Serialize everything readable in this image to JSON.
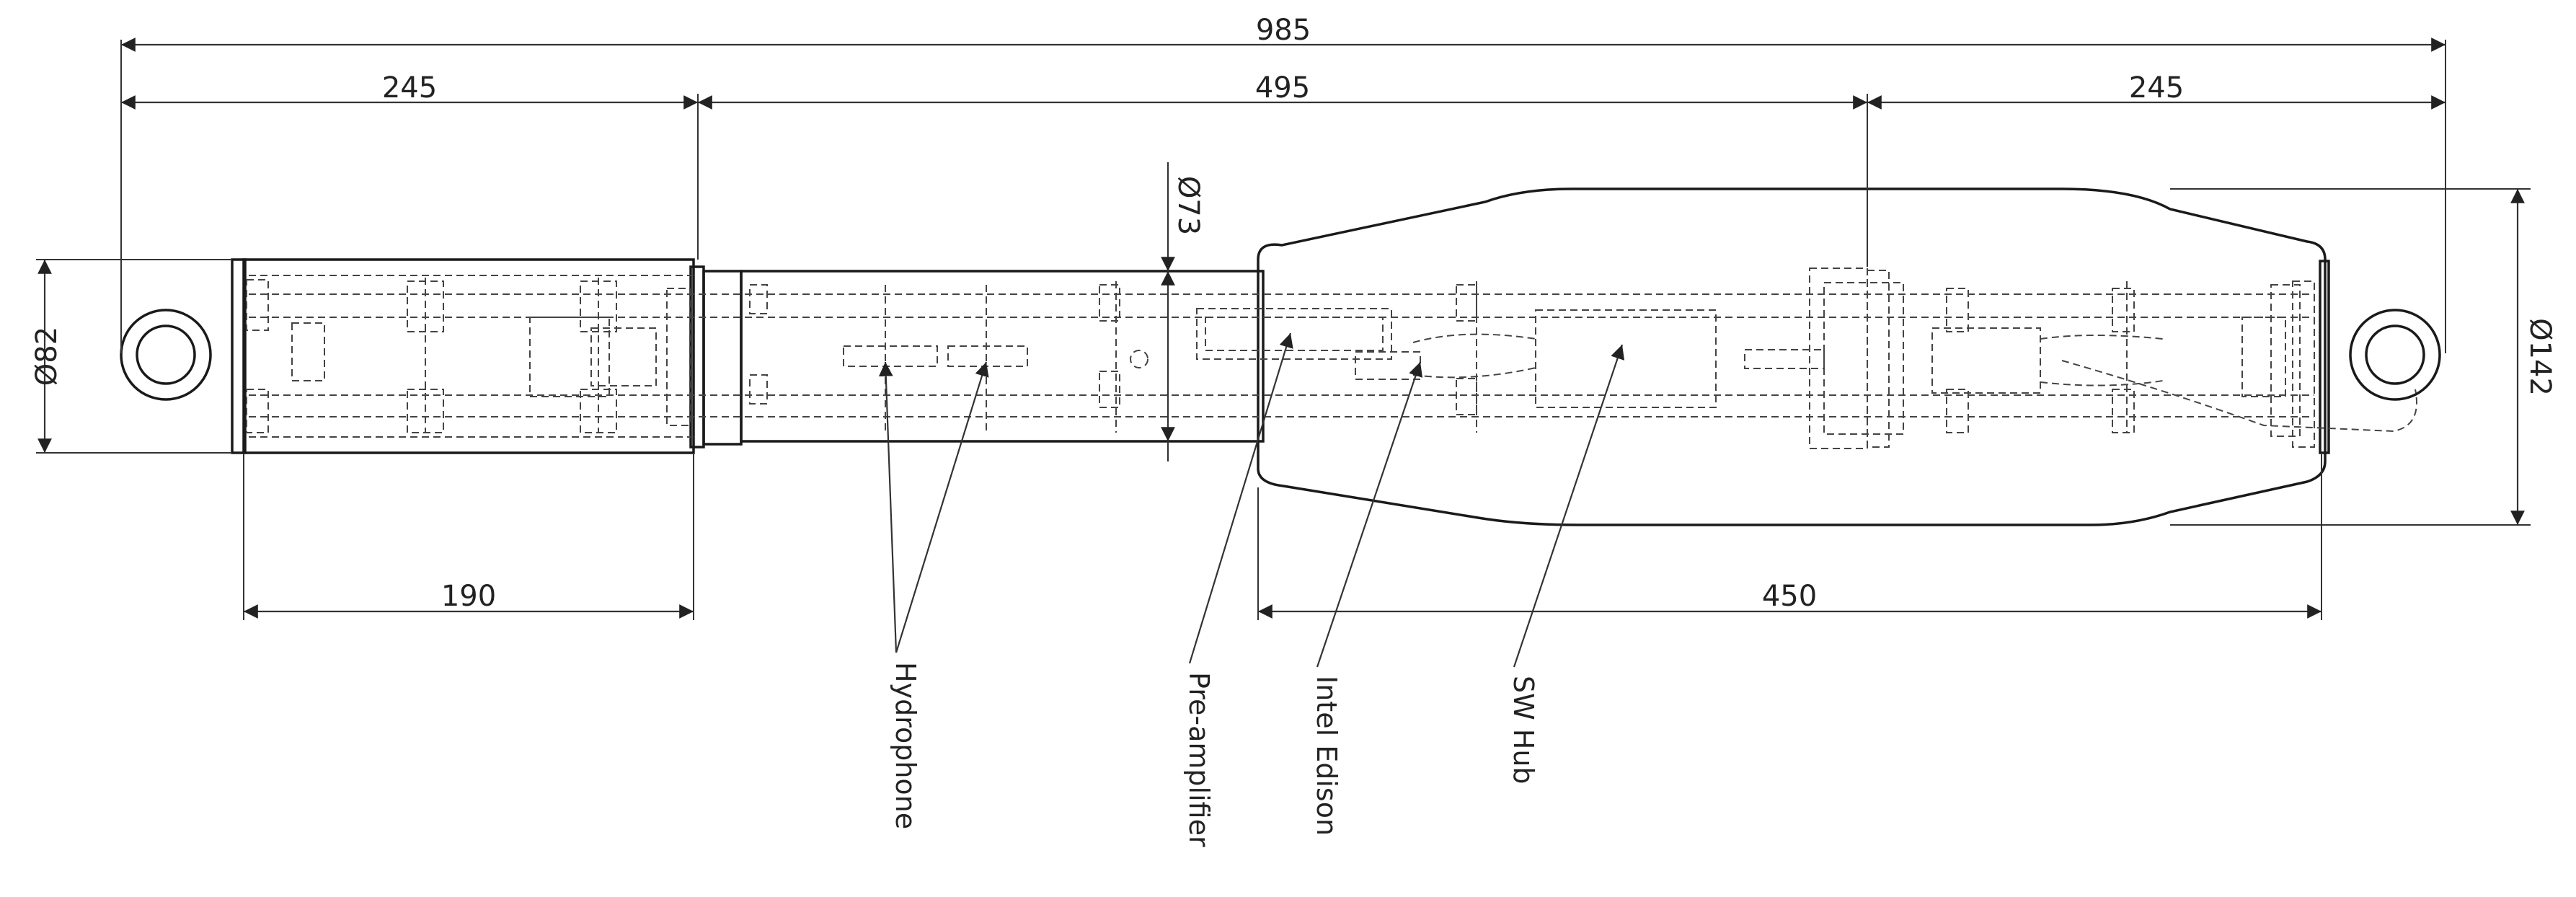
{
  "dimensions": {
    "overall_length": "985",
    "left_section_length": "245",
    "middle_section_length": "495",
    "right_section_length": "245",
    "left_tube_length": "190",
    "center_body_length": "450",
    "left_cap_diameter": "Ø82",
    "tube_diameter": "Ø73",
    "body_diameter": "Ø142"
  },
  "callouts": {
    "hydrophone": "Hydrophone",
    "preamplifier": "Pre-amplifier",
    "intel_edison": "Intel Edison",
    "sw_hub": "SW Hub"
  }
}
